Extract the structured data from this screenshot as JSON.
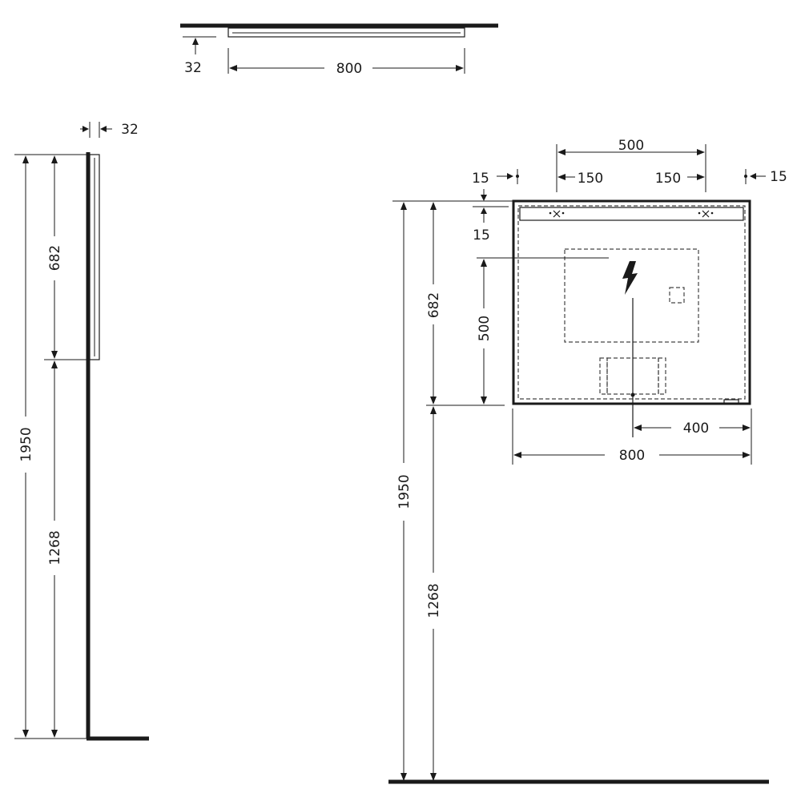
{
  "top_view": {
    "depth_label": "32",
    "width_label": "800"
  },
  "side_view": {
    "depth_label": "32",
    "total_height_label": "1950",
    "upper_height_label": "682",
    "lower_height_label": "1268"
  },
  "front_view": {
    "fixing_span_label": "500",
    "left_offset_label": "150",
    "right_offset_label": "150",
    "left_margin_label": "15",
    "right_margin_label": "15",
    "top_margin_label": "15",
    "upper_height_label": "682",
    "socket_zone_height_label": "500",
    "total_height_label": "1950",
    "lower_height_label": "1268",
    "socket_offset_label": "400",
    "width_label": "800"
  },
  "icons": {
    "power": "lightning-bolt-icon",
    "fixing": "cross-mark-icon"
  }
}
